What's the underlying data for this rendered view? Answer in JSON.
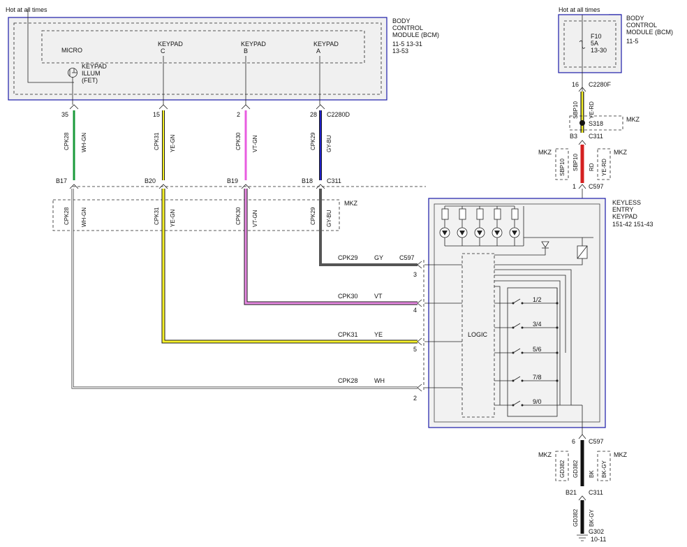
{
  "bcm_left": {
    "hot_label": "Hot at all times",
    "title_lines": [
      "BODY",
      "CONTROL",
      "MODULE (BCM)",
      "11-5      13-31",
      "13-53"
    ],
    "micro": "MICRO",
    "keypad_illum_lines": [
      "KEYPAD",
      "ILLUM",
      "(FET)"
    ],
    "inputs": [
      {
        "lines": [
          "KEYPAD",
          "C"
        ]
      },
      {
        "lines": [
          "KEYPAD",
          "B"
        ]
      },
      {
        "lines": [
          "KEYPAD",
          "A"
        ]
      }
    ],
    "connector_top": "C2280D",
    "connector_bottom": "C311"
  },
  "bcm_right": {
    "hot_label": "Hot at all times",
    "title_lines": [
      "BODY",
      "CONTROL",
      "MODULE (BCM)",
      "11-5"
    ],
    "fuse_lines": [
      "F10",
      "5A",
      "13-30"
    ]
  },
  "wires": [
    {
      "pin_top": "35",
      "circuit": "CPK28",
      "color_code": "WH-GN",
      "pin_bottom": "B17",
      "color": "#1a9a3a",
      "short_color": "WH",
      "connector_pin": "2"
    },
    {
      "pin_top": "15",
      "circuit": "CPK31",
      "color_code": "YE-GN",
      "pin_bottom": "B20",
      "color": "#f5f028",
      "short_color": "YE",
      "connector_pin": "5"
    },
    {
      "pin_top": "2",
      "circuit": "CPK30",
      "color_code": "VT-GN",
      "pin_bottom": "B19",
      "color": "#e85ce0",
      "short_color": "VT",
      "connector_pin": "4"
    },
    {
      "pin_top": "28",
      "circuit": "CPK29",
      "color_code": "GY-BU",
      "pin_bottom": "B18",
      "color": "#2020c8",
      "short_color": "GY",
      "connector_pin": "3"
    }
  ],
  "mkz_label": "MKZ",
  "right_feed": {
    "pin_top": "16",
    "connector_top": "C2280F",
    "circuit": "SBP10",
    "color_code": "YE-RD",
    "splice": "S318",
    "pin_c311": "B3",
    "connector_c311": "C311",
    "alt_circuit": "SBP10",
    "alt_color_code": "RD",
    "mkz_circuit": "SBP10",
    "mkz_color_code": "YE-RD",
    "pin_keypad": "1",
    "connector_keypad": "C597"
  },
  "keypad": {
    "title_lines": [
      "KEYLESS",
      "ENTRY",
      "KEYPAD",
      "151-42  151-43"
    ],
    "logic": "LOGIC",
    "connector": "C597",
    "buttons": [
      "1/2",
      "3/4",
      "5/6",
      "7/8",
      "9/0"
    ]
  },
  "ground": {
    "pin_top": "6",
    "connector_top": "C597",
    "circuit": "GD382",
    "color_code": "BK",
    "alt_circuit": "GD382",
    "alt_color_code": "BK-GY",
    "pin_c311": "B21",
    "connector_c311": "C311",
    "circuit_below": "GD382",
    "color_code_below": "BK-GY",
    "ground_id": "G302",
    "ground_ref": "10-11"
  },
  "colors": {
    "blue_box": "#1a1aa8",
    "gray_wire": "#555555",
    "yellow_wire": "#f5f028",
    "violet_wire": "#e98ae4",
    "red_wire": "#d42020",
    "black_wire": "#111111"
  }
}
